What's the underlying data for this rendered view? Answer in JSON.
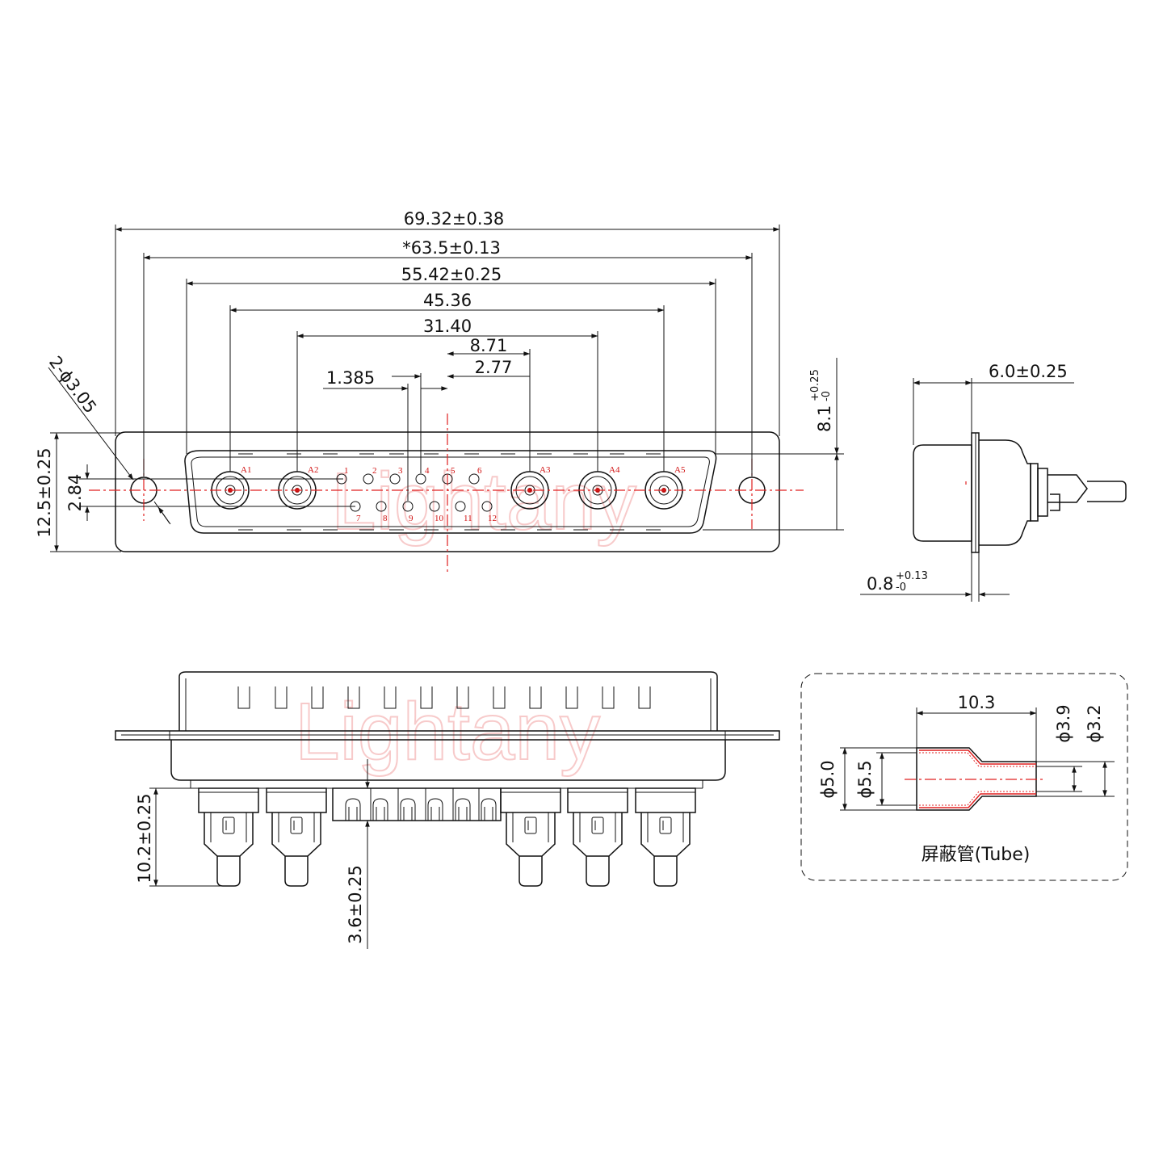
{
  "watermark": "Lightany",
  "front_view": {
    "dimensions": {
      "overall_length": "69.32±0.38",
      "mount_hole_spacing": "*63.5±0.13",
      "shell_width": "55.42±0.25",
      "outer_power_pitch": "45.36",
      "inner_power_pitch": "31.40",
      "pitch_a": "8.71",
      "pitch_b": "2.77",
      "signal_pitch": "1.385",
      "mount_hole": "2-ϕ3.05",
      "flange_height": "12.5±0.25",
      "row_spacing": "2.84",
      "shell_height_base": "8.1",
      "shell_height_tol_upper": "+0.25",
      "shell_height_tol_lower": "-0"
    },
    "power_contacts": [
      "A1",
      "A2",
      "A3",
      "A4",
      "A5"
    ],
    "signal_row1": [
      "1",
      "2",
      "3",
      "4",
      "5",
      "6"
    ],
    "signal_row2": [
      "7",
      "8",
      "9",
      "10",
      "11",
      "12"
    ]
  },
  "side_view": {
    "depth": "6.0±0.25",
    "flange_thickness_base": "0.8",
    "flange_tol_upper": "+0.13",
    "flange_tol_lower": "-0"
  },
  "bottom_view": {
    "power_tail_length": "10.2±0.25",
    "signal_tail_length": "3.6±0.25"
  },
  "tube_detail": {
    "length": "10.3",
    "d_outer_large": "ϕ5.0",
    "d_inner_large": "ϕ5.5",
    "d_small_a": "ϕ3.9",
    "d_small_b": "ϕ3.2",
    "caption": "屏蔽管(Tube)"
  }
}
